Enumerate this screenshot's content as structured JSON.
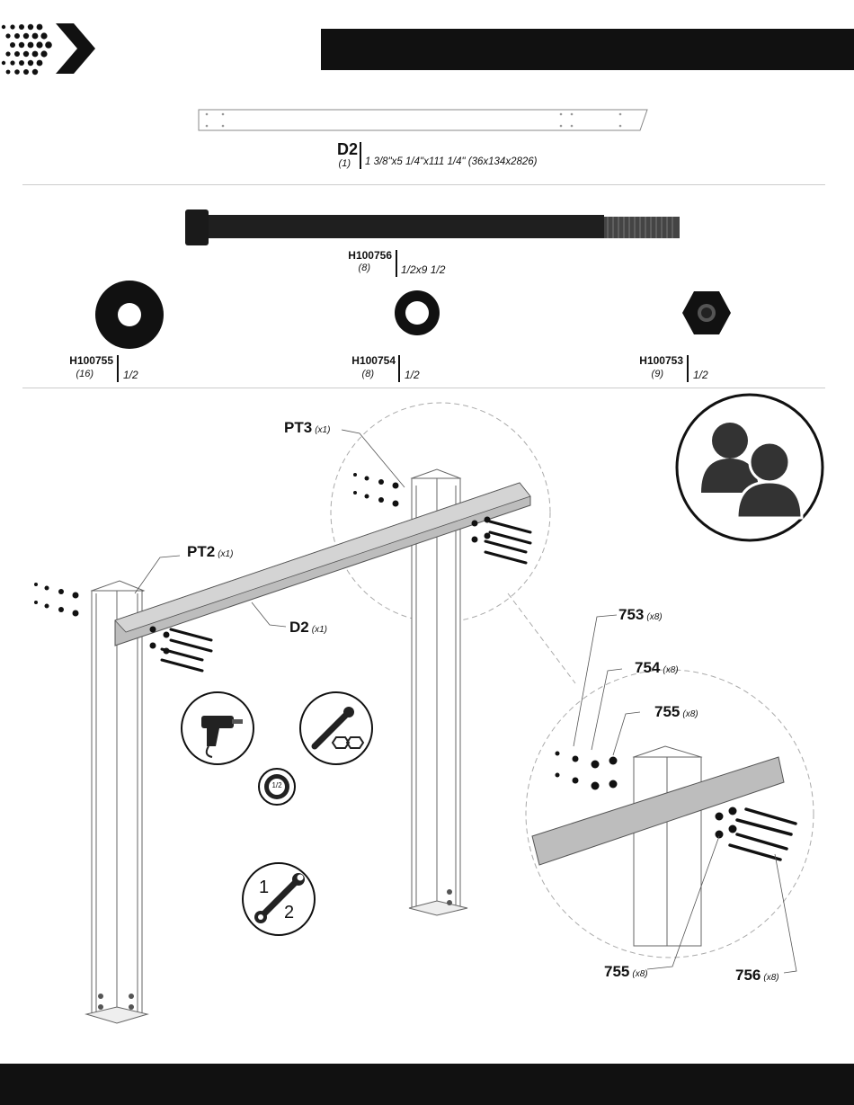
{
  "parts": {
    "board": {
      "code": "D2",
      "qty": "(1)",
      "dims": "1 3/8\"x5 1/4\"x111 1/4\" (36x134x2826)"
    },
    "bolt": {
      "code": "H100756",
      "qty": "(8)",
      "size": "1/2x9 1/2"
    },
    "washer_large": {
      "code": "H100755",
      "qty": "(16)",
      "size": "1/2"
    },
    "washer_small": {
      "code": "H100754",
      "qty": "(8)",
      "size": "1/2"
    },
    "nut": {
      "code": "H100753",
      "qty": "(9)",
      "size": "1/2"
    }
  },
  "callouts": {
    "pt3": {
      "code": "PT3",
      "qty": "(x1)"
    },
    "pt2": {
      "code": "PT2",
      "qty": "(x1)"
    },
    "d2": {
      "code": "D2",
      "qty": "(x1)"
    },
    "c753": {
      "code": "753",
      "qty": "(x8)"
    },
    "c754": {
      "code": "754",
      "qty": "(x8)"
    },
    "c755a": {
      "code": "755",
      "qty": "(x8)"
    },
    "c755b": {
      "code": "755",
      "qty": "(x8)"
    },
    "c756": {
      "code": "756",
      "qty": "(x8)"
    }
  },
  "tools": {
    "socket_size": "1/2",
    "wrench_step1": "1",
    "wrench_step2": "2"
  },
  "icons": [
    "logo-chevron-icon",
    "drill-icon",
    "ratchet-icon",
    "socket-icon",
    "wrench-icon",
    "two-people-icon"
  ]
}
